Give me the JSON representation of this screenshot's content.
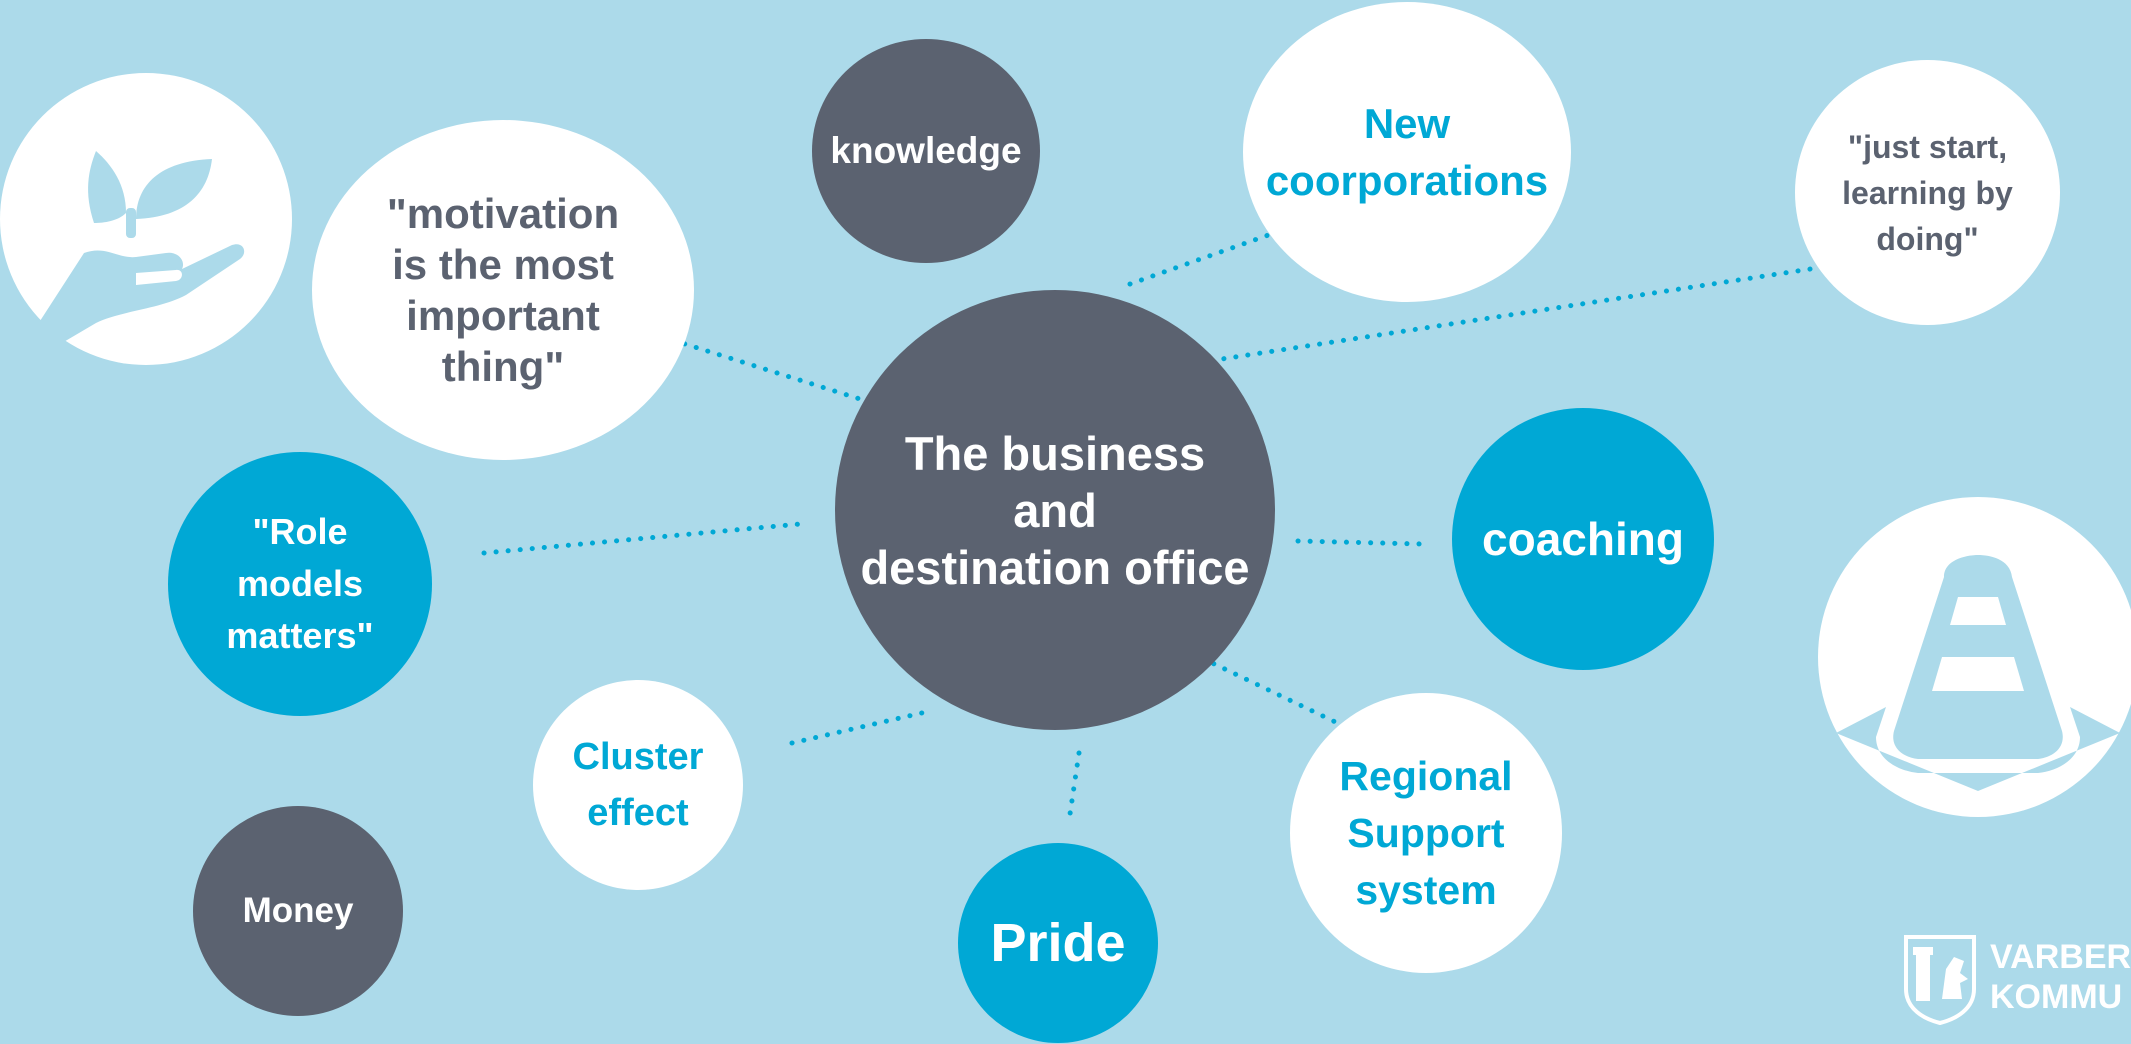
{
  "colors": {
    "background": "#acdaea",
    "dark_bubble": "#5b6270",
    "accent_blue": "#00a8d5",
    "white": "#ffffff",
    "dots": "#00a8d5"
  },
  "center": {
    "label": "The business\nand\ndestination office"
  },
  "bubbles": {
    "knowledge": "knowledge",
    "motivation": "\"motivation\nis the most\nimportant\nthing\"",
    "new_coop": "New\ncoorporations",
    "just_start": "\"just start,\nlearning by\ndoing\"",
    "role_models": "\"Role\nmodels\nmatters\"",
    "coaching": "coaching",
    "cluster": "Cluster\neffect",
    "money": "Money",
    "pride": "Pride",
    "regional": "Regional\nSupport\nsystem"
  },
  "icons": {
    "plant": "plant-in-hand-icon",
    "cone": "traffic-cone-icon"
  },
  "logo": {
    "icon": "municipal-crest-icon",
    "text": "VARBER\nKOMMU"
  }
}
